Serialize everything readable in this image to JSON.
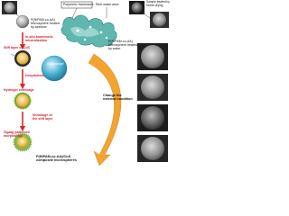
{
  "labels": {
    "polymeric_framework": "Polymeric framework",
    "rich_water_area": "Rich-water area",
    "freeze_dried_lines": [
      "Sample treated by",
      "freeze drying"
    ],
    "pnipam_acetone_lines": [
      "P(NIPAM-co-AA)",
      "Microsphere treated",
      "by acetone"
    ],
    "pnipam_water_lines": [
      "P(NIPAM-co-AA)",
      "Microsphere treated",
      "by water"
    ],
    "insitu_lines": [
      "in-situ biomimetic",
      "mineralization"
    ],
    "stiff_layer": "Stiff layer of CuS",
    "stiff_hydrogel": "Stiff hydrogel",
    "dehydration": "Dehydration",
    "change_condition_lines": [
      "Change the",
      "external condition"
    ],
    "hydrogel_shrinkage": "Hydrogel shrinkage",
    "shrinkage_stiff_lines": [
      "Shrinkage of",
      "the stiff layer"
    ],
    "zigzag_lines": [
      "Zigzag patterned",
      "morphology"
    ],
    "composite_lines": [
      "P(NIPAM-co-AA)/CuS",
      "composite microspheres"
    ]
  },
  "colors": {
    "red_text": "#d1202a",
    "arrow_red": "#cf2b2b",
    "arrow_orange": "#f2a330",
    "sphere_white": "#ffffff",
    "sphere_grey": "#8f8f8f",
    "cus_dark": "#2a2a2a",
    "hydrogel_core": "#e7b548",
    "water_teal": "#5fb7b0",
    "shell_green": "#8dbf3f",
    "cyan_sphere": "#3aa7c8"
  }
}
